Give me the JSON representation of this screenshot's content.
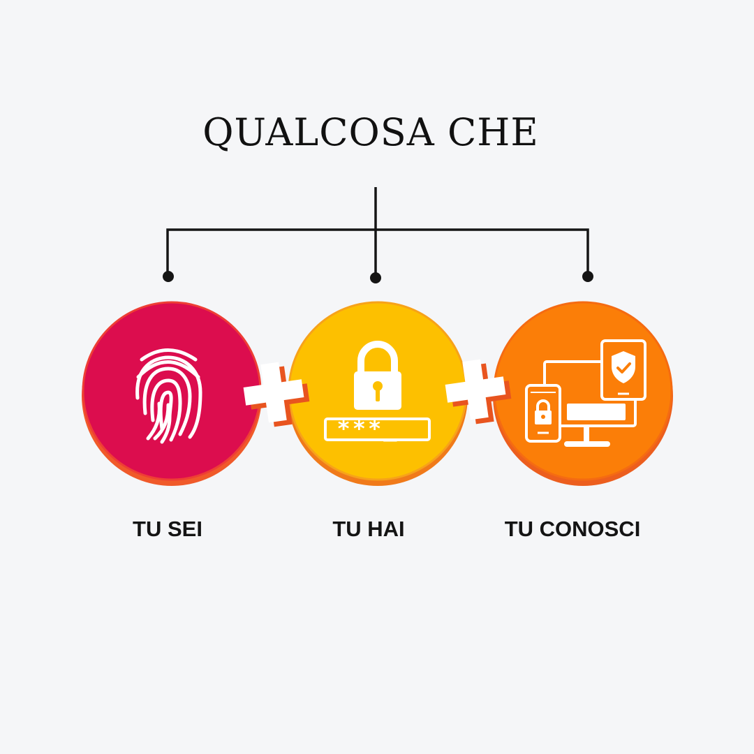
{
  "title": "QUALCOSA CHE",
  "factors": [
    {
      "label": "TU SEI",
      "icon": "fingerprint-icon",
      "color": "#dc0d4e"
    },
    {
      "label": "TU HAI",
      "icon": "padlock-password-icon",
      "color": "#fdc000"
    },
    {
      "label": "TU CONOSCI",
      "icon": "devices-security-icon",
      "color": "#fb7e08"
    }
  ],
  "field_mask": "***_",
  "pin_mask": "****",
  "connector_icon": "plus-icon",
  "colors": {
    "background": "#f5f6f8",
    "text": "#111111",
    "plus_fill": "#ffffff",
    "plus_edge": "#e8541f"
  }
}
